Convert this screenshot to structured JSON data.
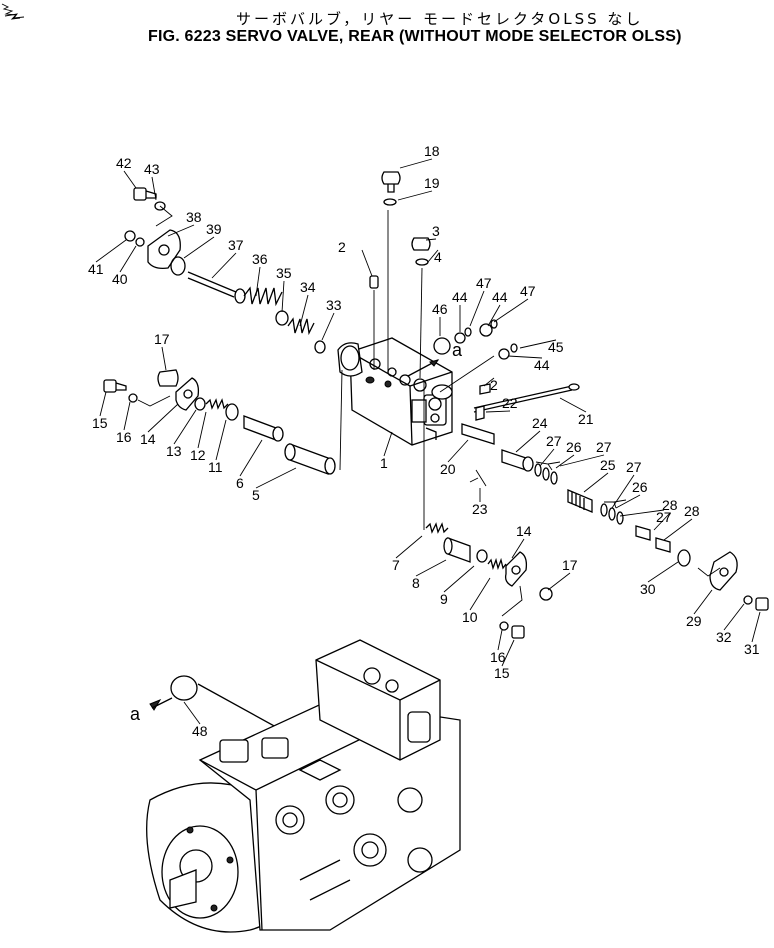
{
  "title": {
    "japanese": "サーボバルブ，リヤー モードセレクタOLSS なし",
    "english": "FIG. 6223 SERVO VALVE, REAR (WITHOUT MODE SELECTOR OLSS)"
  },
  "view_marker": "a",
  "part_numbers": [
    "1",
    "2",
    "3",
    "4",
    "5",
    "6",
    "7",
    "8",
    "9",
    "10",
    "11",
    "12",
    "13",
    "14",
    "15",
    "16",
    "17",
    "18",
    "19",
    "20",
    "21",
    "22",
    "23",
    "24",
    "25",
    "26",
    "27",
    "28",
    "29",
    "30",
    "31",
    "32",
    "33",
    "34",
    "35",
    "36",
    "37",
    "38",
    "39",
    "40",
    "41",
    "42",
    "43",
    "44",
    "45",
    "46",
    "47",
    "48"
  ]
}
